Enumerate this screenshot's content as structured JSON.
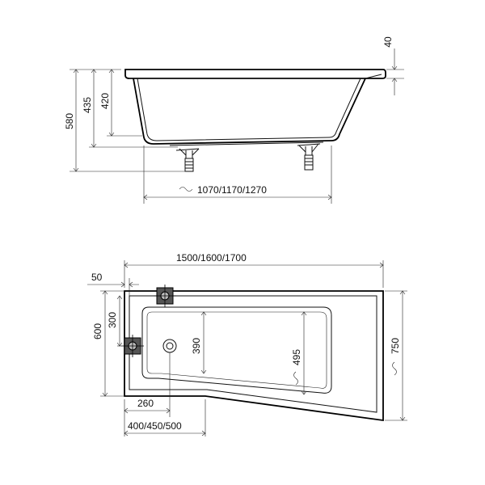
{
  "side_view": {
    "top_rim": "40",
    "height_total": "580",
    "height_mid": "435",
    "height_inner": "420",
    "length": "1070/1170/1270",
    "approx_symbol": "~"
  },
  "plan_view": {
    "length": "1500/1600/1700",
    "offset_left": "50",
    "width_small": "600",
    "drain_offset": "300",
    "inner_depth": "390",
    "inner_width": "495",
    "width_large": "750",
    "drain_x": "260",
    "bottom_width": "400/450/500",
    "approx_symbol": "~"
  }
}
